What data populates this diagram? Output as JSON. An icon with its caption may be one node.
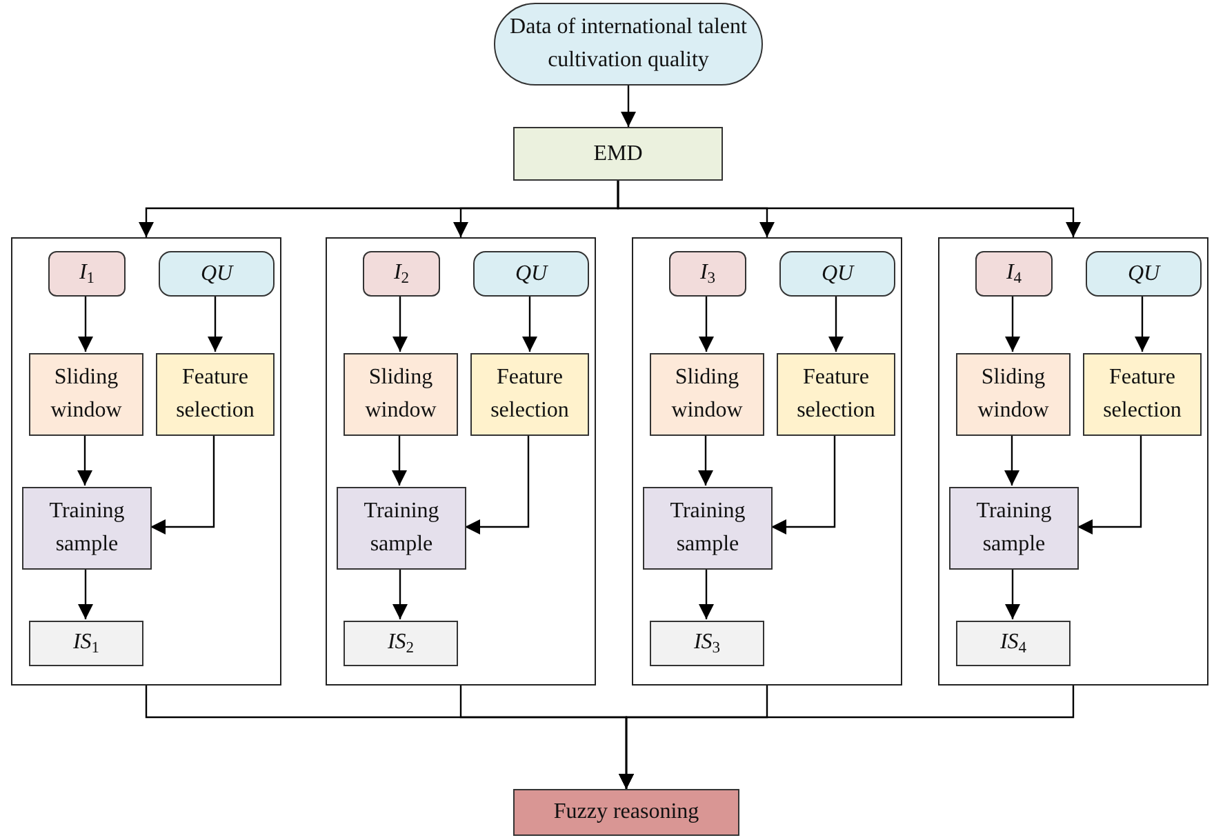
{
  "diagram": {
    "nodes": [
      {
        "text": [
          "Data of international talent cultivation quality"
        ]
      },
      {
        "text": [
          "EMD"
        ]
      },
      {
        "text": [],
        "shape": "box"
      },
      {
        "text": [
          "*I*$_{1}$"
        ],
        "in": 2
      },
      {
        "text": [
          "QU"
        ],
        "in": 2
      },
      {
        "text": [
          "Sliding window"
        ],
        "in": 2
      },
      {
        "text": [
          "Feature selection"
        ],
        "in": 2
      },
      {
        "text": [
          "Training sample"
        ],
        "in": 2
      },
      {
        "text": [
          "*IS*$_{1}$"
        ],
        "in": 2
      },
      {
        "text": [],
        "shape": "box"
      },
      {
        "text": [
          "*I*$_{2}$"
        ],
        "in": 9
      },
      {
        "text": [
          "QU"
        ],
        "in": 9
      },
      {
        "text": [
          "Sliding window"
        ],
        "in": 9
      },
      {
        "text": [
          "Feature selection"
        ],
        "in": 9
      },
      {
        "text": [
          "Training sample"
        ],
        "in": 9
      },
      {
        "text": [
          "*IS*$_{2}$"
        ],
        "in": 9
      },
      {
        "text": [],
        "shape": "box"
      },
      {
        "text": [
          "*I*$_{3}$"
        ],
        "in": 16
      },
      {
        "text": [
          "QU"
        ],
        "in": 16
      },
      {
        "text": [
          "Sliding window"
        ],
        "in": 16
      },
      {
        "text": [
          "Feature selection"
        ],
        "in": 16
      },
      {
        "text": [
          "Training sample"
        ],
        "in": 16
      },
      {
        "text": [
          "*IS*$_{3}$"
        ],
        "in": 16
      },
      {
        "text": [],
        "shape": "box"
      },
      {
        "text": [
          "*I*$_{4}$"
        ],
        "in": 23
      },
      {
        "text": [
          "QU"
        ],
        "in": 23
      },
      {
        "text": [
          "Sliding window"
        ],
        "in": 23
      },
      {
        "text": [
          "Feature selection"
        ],
        "in": 23
      },
      {
        "text": [
          "Training sample"
        ],
        "in": 23
      },
      {
        "text": [
          "*IS*$_{4}$"
        ],
        "in": 23
      },
      {
        "text": [
          "Fuzzy reasoning"
        ]
      }
    ],
    "edges": [
      {
        "from": 0,
        "to": 1,
        "arrow": "to"
      },
      {
        "from": 1,
        "to": 2,
        "arrow": "to"
      },
      {
        "from": 1,
        "to": 9,
        "arrow": "to"
      },
      {
        "from": 1,
        "to": 16,
        "arrow": "to"
      },
      {
        "from": 1,
        "to": 23,
        "arrow": "to"
      },
      {
        "from": 3,
        "to": 5,
        "arrow": "to"
      },
      {
        "from": 4,
        "to": 6,
        "arrow": "to"
      },
      {
        "from": 5,
        "to": 7,
        "arrow": "to"
      },
      {
        "from": 6,
        "to": 7,
        "arrow": "to"
      },
      {
        "from": 7,
        "to": 8,
        "arrow": "to"
      },
      {
        "from": 10,
        "to": 12,
        "arrow": "to"
      },
      {
        "from": 11,
        "to": 13,
        "arrow": "to"
      },
      {
        "from": 12,
        "to": 14,
        "arrow": "to"
      },
      {
        "from": 13,
        "to": 14,
        "arrow": "to"
      },
      {
        "from": 14,
        "to": 15,
        "arrow": "to"
      },
      {
        "from": 17,
        "to": 19,
        "arrow": "to"
      },
      {
        "from": 18,
        "to": 20,
        "arrow": "to"
      },
      {
        "from": 19,
        "to": 21,
        "arrow": "to"
      },
      {
        "from": 20,
        "to": 21,
        "arrow": "to"
      },
      {
        "from": 21,
        "to": 22,
        "arrow": "to"
      },
      {
        "from": 24,
        "to": 26,
        "arrow": "to"
      },
      {
        "from": 25,
        "to": 27,
        "arrow": "to"
      },
      {
        "from": 26,
        "to": 28,
        "arrow": "to"
      },
      {
        "from": 27,
        "to": 28,
        "arrow": "to"
      },
      {
        "from": 28,
        "to": 29,
        "arrow": "to"
      },
      {
        "from": 2,
        "to": 30,
        "arrow": "to"
      },
      {
        "from": 9,
        "to": 30,
        "arrow": "to"
      },
      {
        "from": 16,
        "to": 30,
        "arrow": "to"
      },
      {
        "from": 23,
        "to": 30,
        "arrow": "to"
      }
    ]
  }
}
